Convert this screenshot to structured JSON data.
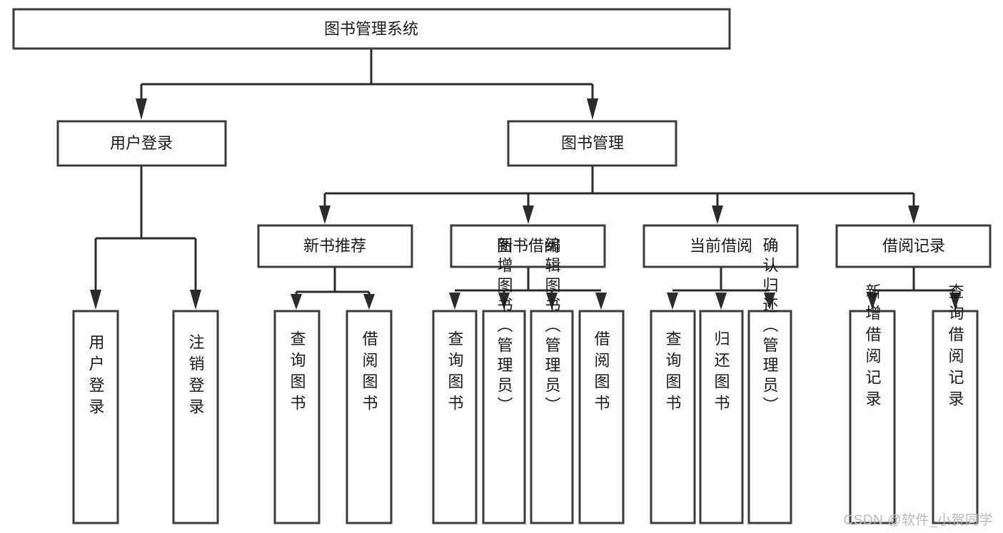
{
  "diagram": {
    "type": "tree-hierarchy-chart",
    "title": "图书管理系统",
    "background_color": "#ffffff",
    "box_border_color": "#3c3c3c",
    "connector_color": "#2b2b2b",
    "text_color": "#1a1a1a",
    "levels": [
      {
        "level": 1,
        "nodes": [
          {
            "id": "root",
            "label": "图书管理系统",
            "orientation": "horizontal"
          }
        ]
      },
      {
        "level": 2,
        "nodes": [
          {
            "id": "l2-1",
            "label": "用户登录",
            "orientation": "horizontal",
            "parent": "root"
          },
          {
            "id": "l2-2",
            "label": "图书管理",
            "orientation": "horizontal",
            "parent": "root"
          }
        ]
      },
      {
        "level": 3,
        "nodes": [
          {
            "id": "l3-1",
            "label": "新书推荐",
            "orientation": "horizontal",
            "parent": "l2-2"
          },
          {
            "id": "l3-2",
            "label": "图书借阅",
            "orientation": "horizontal",
            "parent": "l2-2"
          },
          {
            "id": "l3-3",
            "label": "当前借阅",
            "orientation": "horizontal",
            "parent": "l2-2"
          },
          {
            "id": "l3-4",
            "label": "借阅记录",
            "orientation": "horizontal",
            "parent": "l2-2"
          }
        ]
      },
      {
        "level": 4,
        "nodes": [
          {
            "id": "leaf-1",
            "label": "用户登录",
            "orientation": "vertical",
            "parent": "l2-1"
          },
          {
            "id": "leaf-2",
            "label": "注销登录",
            "orientation": "vertical",
            "parent": "l2-1"
          },
          {
            "id": "leaf-3",
            "label": "查询图书",
            "orientation": "vertical",
            "parent": "l3-1"
          },
          {
            "id": "leaf-4",
            "label": "借阅图书",
            "orientation": "vertical",
            "parent": "l3-1"
          },
          {
            "id": "leaf-5",
            "label": "查询图书",
            "orientation": "vertical",
            "parent": "l3-2"
          },
          {
            "id": "leaf-6",
            "label": "新增图书（管理员）",
            "orientation": "vertical",
            "parent": "l3-2"
          },
          {
            "id": "leaf-7",
            "label": "编辑图书（管理员）",
            "orientation": "vertical",
            "parent": "l3-2"
          },
          {
            "id": "leaf-8",
            "label": "借阅图书",
            "orientation": "vertical",
            "parent": "l3-2"
          },
          {
            "id": "leaf-9",
            "label": "查询图书",
            "orientation": "vertical",
            "parent": "l3-3"
          },
          {
            "id": "leaf-10",
            "label": "归还图书",
            "orientation": "vertical",
            "parent": "l3-3"
          },
          {
            "id": "leaf-11",
            "label": "确认归还（管理员）",
            "orientation": "vertical",
            "parent": "l3-3"
          },
          {
            "id": "leaf-12",
            "label": "新增借阅记录",
            "orientation": "vertical",
            "parent": "l3-4"
          },
          {
            "id": "leaf-13",
            "label": "查询借阅记录",
            "orientation": "vertical",
            "parent": "l3-4"
          }
        ]
      }
    ]
  },
  "watermark": {
    "text": "CSDN @软件_小贺同学",
    "color": "#b9b9b9"
  }
}
